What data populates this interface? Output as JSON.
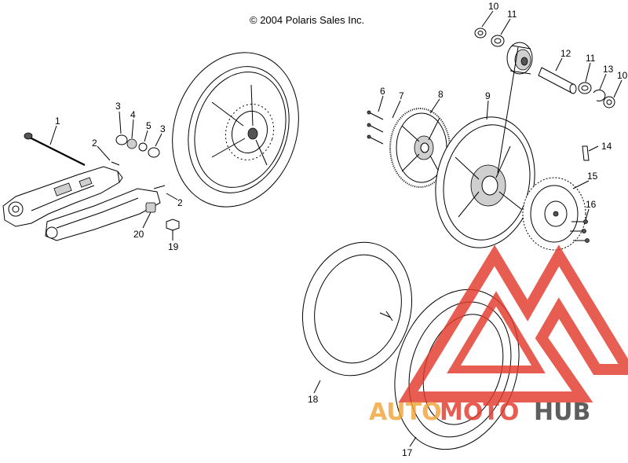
{
  "header": {
    "copyright": "© 2004 Polaris Sales Inc."
  },
  "callouts": {
    "c1": "1",
    "c2a": "2",
    "c2b": "2",
    "c3a": "3",
    "c3b": "3",
    "c4": "4",
    "c5": "5",
    "c6": "6",
    "c7": "7",
    "c8": "8",
    "c9": "9",
    "c10a": "10",
    "c10b": "10",
    "c11a": "11",
    "c11b": "11",
    "c12": "12",
    "c13": "13",
    "c14": "14",
    "c15": "15",
    "c16": "16",
    "c17": "17",
    "c18": "18",
    "c19": "19",
    "c20": "20"
  },
  "watermark": {
    "part1": "AUTO",
    "part2": "MOTO",
    "part3": "HUB"
  },
  "colors": {
    "watermark_red": "#e23a2c",
    "watermark_orange": "#f2a33a",
    "watermark_dark": "#3b3b3b",
    "line": "#000000"
  }
}
